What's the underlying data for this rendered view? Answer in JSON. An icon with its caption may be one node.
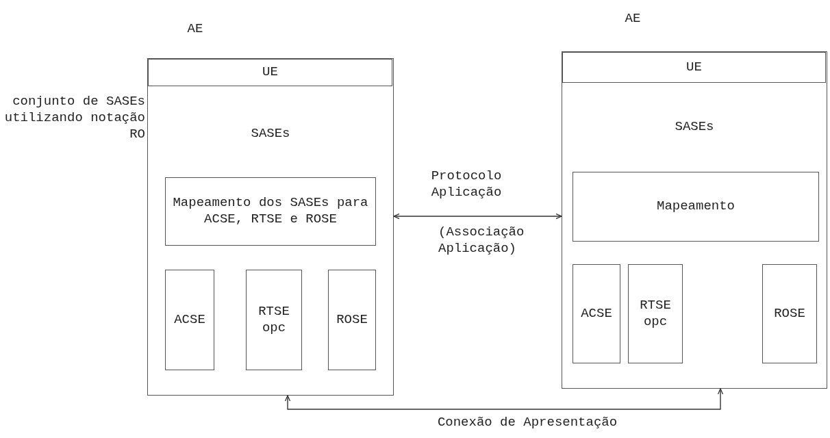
{
  "diagram": {
    "nodes": [
      {
        "text": [
          "AE",
          "SASEs"
        ]
      },
      {
        "text": [
          "UE"
        ],
        "in": 0
      },
      {
        "text": [
          "Mapeamento dos SASEs para ACSE, RTSE e ROSE"
        ],
        "in": 0
      },
      {
        "text": [
          "ACSE"
        ],
        "in": 0
      },
      {
        "text": [
          "RTSE opc"
        ],
        "in": 0
      },
      {
        "text": [
          "ROSE"
        ],
        "in": 0
      },
      {
        "text": [
          "AE",
          "SASEs"
        ]
      },
      {
        "text": [
          "UE"
        ],
        "in": 6
      },
      {
        "text": [
          "Mapeamento"
        ],
        "in": 6
      },
      {
        "text": [
          "ACSE"
        ],
        "in": 6
      },
      {
        "text": [
          "RTSE opc"
        ],
        "in": 6
      },
      {
        "text": [
          "ROSE"
        ],
        "in": 6
      }
    ],
    "edges": [
      {
        "from": 0,
        "to": 6,
        "arrow": "both",
        "label": "Protocolo Aplicação"
      },
      {
        "from": 0,
        "to": 6,
        "arrow": "both"
      }
    ],
    "labels": [
      "conjunto de SASEs utilizando notação RO",
      "(Associação Aplicação)",
      "Conexão de Apresentação"
    ]
  }
}
